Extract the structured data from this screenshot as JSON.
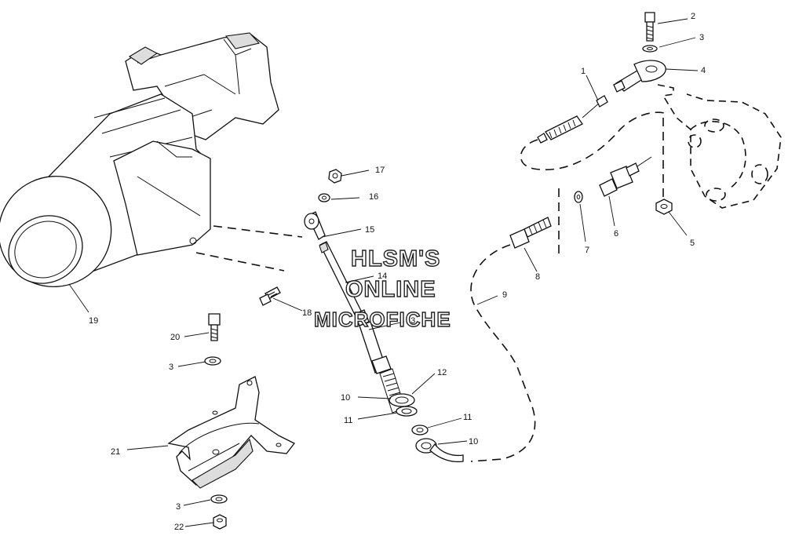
{
  "watermark": {
    "line1": "HLSM'S",
    "line2": "ONLINE",
    "line3": "MICROFICHE"
  },
  "callouts": {
    "c1": "1",
    "c2": "2",
    "c3a": "3",
    "c4": "4",
    "c5": "5",
    "c6": "6",
    "c7": "7",
    "c8": "8",
    "c9": "9",
    "c10a": "10",
    "c10b": "10",
    "c11a": "11",
    "c11b": "11",
    "c12": "12",
    "c13": "13",
    "c14": "14",
    "c15": "15",
    "c16": "16",
    "c17": "17",
    "c18": "18",
    "c19": "19",
    "c20": "20",
    "c3b": "3",
    "c21": "21",
    "c3c": "3",
    "c22": "22"
  }
}
